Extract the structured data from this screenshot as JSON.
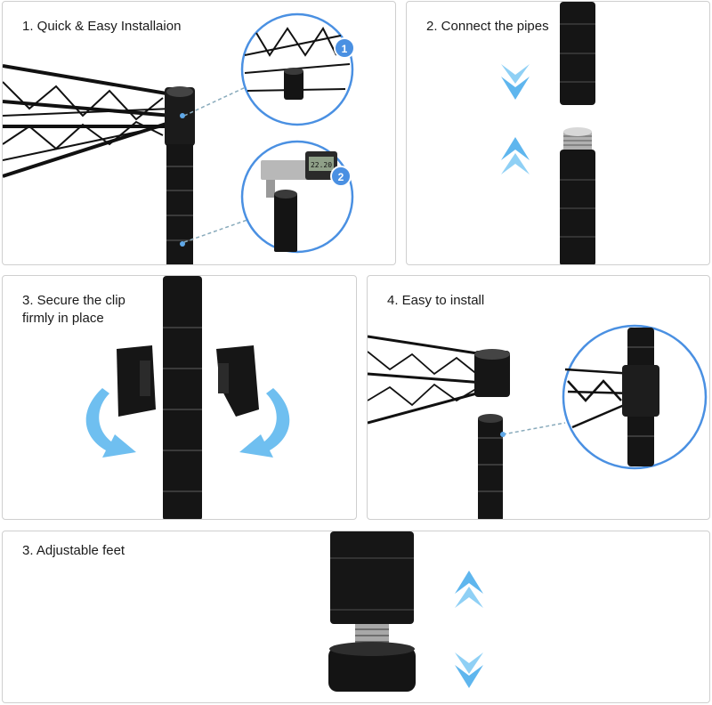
{
  "panels": [
    {
      "caption": "1. Quick & Easy Installaion",
      "badges": [
        "1",
        "2"
      ],
      "display_reading": "22.20"
    },
    {
      "caption": "2. Connect the pipes"
    },
    {
      "caption": "3. Secure the clip\n firmly in place"
    },
    {
      "caption": "4. Easy to install"
    },
    {
      "caption": "3. Adjustable feet"
    }
  ],
  "colors": {
    "accent": "#4a90e2",
    "arrow": "#5fb6ee",
    "metal": "#151515",
    "border": "#cfcfcf"
  }
}
